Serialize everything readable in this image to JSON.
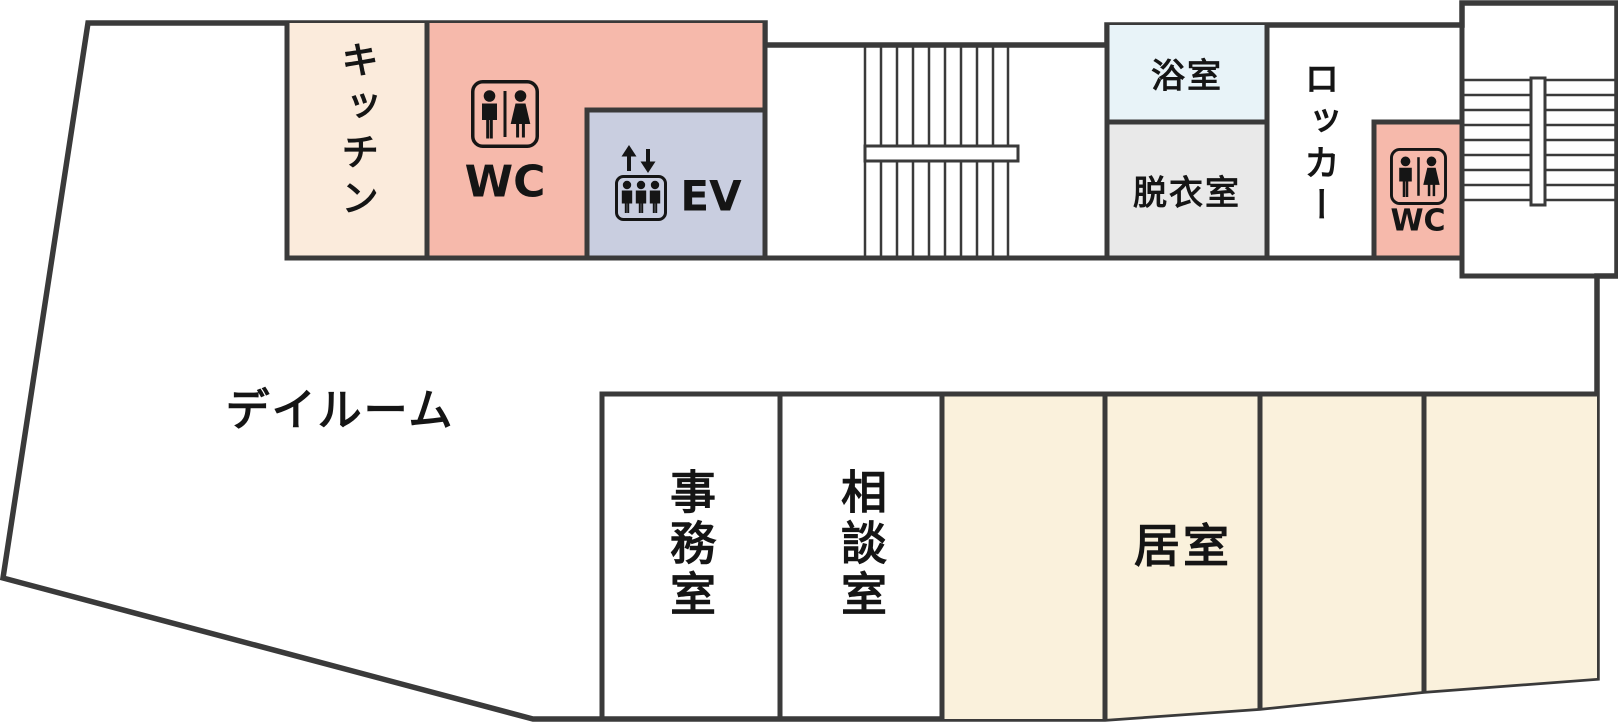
{
  "floor_plan": {
    "wall_color": "#3a3a3a",
    "rooms": {
      "kitchen": {
        "label": "キッチン",
        "color": "#fbebdc"
      },
      "wc_main": {
        "label": "WC",
        "color": "#f6b9ab"
      },
      "elevator": {
        "label": "EV",
        "color": "#c9cee0"
      },
      "bathroom": {
        "label": "浴室",
        "color": "#e8f3f8"
      },
      "dressing_room": {
        "label": "脱衣室",
        "color": "#e9e9e9"
      },
      "locker": {
        "label": "ロッカー",
        "color": "#ffffff"
      },
      "wc_small": {
        "label": "WC",
        "color": "#f6b9ab"
      },
      "day_room": {
        "label": "デイルーム",
        "color": "#ffffff"
      },
      "office": {
        "label": "事務室",
        "color": "#ffffff"
      },
      "consultation": {
        "label": "相談室",
        "color": "#ffffff"
      },
      "resident_room": {
        "label": "居室",
        "color": "#faf1dc"
      }
    },
    "icons": {
      "wc_main": "male-female-restroom-icon",
      "wc_small": "male-female-restroom-icon",
      "elevator_box": "elevator-people-icon",
      "elevator_arrows": "up-down-arrows-icon"
    },
    "stairs": {
      "middle": "staircase",
      "right": "staircase"
    }
  }
}
